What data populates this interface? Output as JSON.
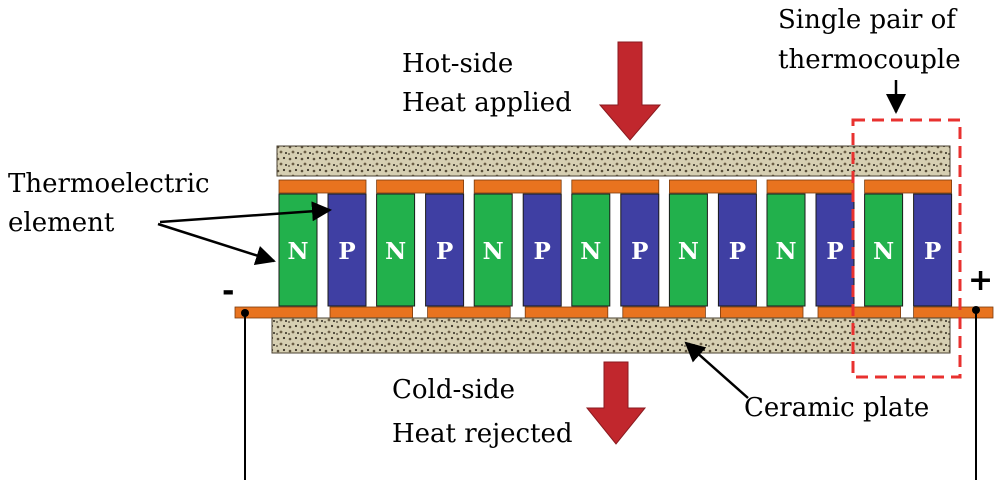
{
  "labels": {
    "hot_side_line1": "Hot-side",
    "hot_side_line2": "Heat applied",
    "cold_side_line1": "Cold-side",
    "cold_side_line2": "Heat rejected",
    "single_pair_line1": "Single pair of",
    "single_pair_line2": "thermocouple",
    "thermoelectric_line1": "Thermoelectric",
    "thermoelectric_line2": "element",
    "ceramic_plate": "Ceramic plate",
    "minus": "-",
    "plus": "+"
  },
  "elements": [
    "N",
    "P",
    "N",
    "P",
    "N",
    "P",
    "N",
    "P",
    "N",
    "P",
    "N",
    "P",
    "N",
    "P"
  ],
  "colors": {
    "n_type": "#22b14c",
    "p_type": "#3f3fa3",
    "conductor": "#e8731f",
    "ceramic": "#cfc7a8",
    "arrow": "#c1272d",
    "pair_box": "#e8312f"
  }
}
